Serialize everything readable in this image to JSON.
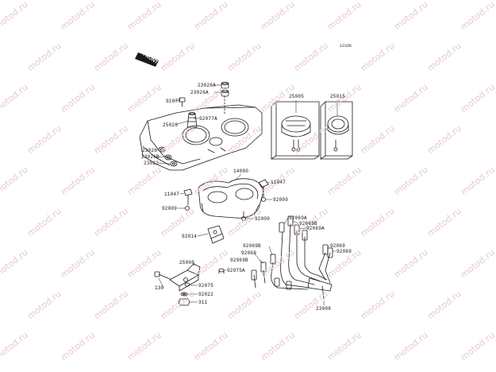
{
  "watermark": "motod.ru",
  "figure_id": "12336",
  "direction_tag": "FRONT",
  "labels": {
    "p23026A_a": "23026A",
    "p23026A_b": "23026A",
    "p92077": "92077",
    "p92077A": "92077A",
    "p25023": "25023",
    "p23026": "23026",
    "p23026B": "23026B",
    "p23022": "23022",
    "p25005": "25005",
    "p25015": "25015",
    "p14090": "14090",
    "p11047_r": "11047",
    "p11047_l": "11047",
    "p92009_r": "92009",
    "p92009_l": "92009",
    "p92009_c": "92009",
    "p92069A_1": "92069A",
    "p92069B_1": "92069B",
    "p92069A_2": "92069A",
    "p92014": "92014",
    "p92069B_2": "92069B",
    "p92069_l": "92069",
    "p92069B_3": "92069B",
    "p92069_r1": "92069",
    "p92069_r2": "92069",
    "p25008": "25008",
    "p92075A": "92075A",
    "p130": "130",
    "p92075": "92075",
    "p92022": "92022",
    "p311": "311",
    "p23008": "23008"
  },
  "colors": {
    "line": "#1a1a1a",
    "watermark": "#e9c9c9",
    "background": "#ffffff"
  }
}
